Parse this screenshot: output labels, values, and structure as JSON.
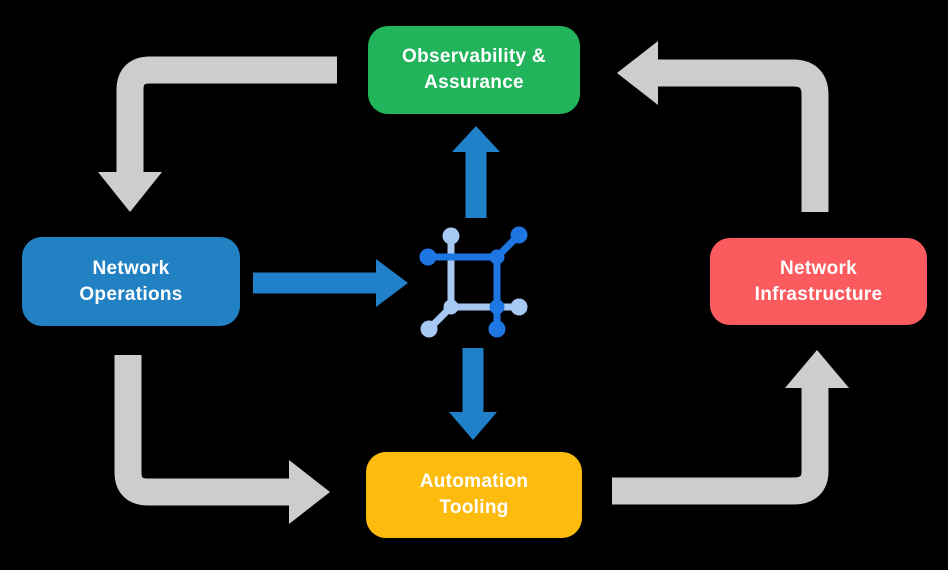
{
  "diagram": {
    "title": "network automation lifecycle diagram",
    "colors": {
      "background": "#000000",
      "cycle_arrow": "#cdcdcd",
      "flow_arrow": "#2080c8",
      "icon_primary": "#1d76e2",
      "icon_secondary": "#a6c8f2",
      "text": "#ffffff"
    },
    "nodes": [
      {
        "id": "observability",
        "lines": [
          "Observability &",
          "Assurance"
        ],
        "color": "#22b45b"
      },
      {
        "id": "operations",
        "lines": [
          "Network",
          "Operations"
        ],
        "color": "#2181c3"
      },
      {
        "id": "infrastructure",
        "lines": [
          "Network",
          "Infrastructure"
        ],
        "color": "#fb5a5f"
      },
      {
        "id": "automation",
        "lines": [
          "Automation",
          "Tooling"
        ],
        "color": "#fdbb0e"
      }
    ],
    "center_icon": "network-core-icon",
    "connections": [
      {
        "from": "Observability & Assurance",
        "to": "Network Operations",
        "style": "gray-cycle"
      },
      {
        "from": "Network Operations",
        "to": "Automation Tooling",
        "style": "gray-cycle"
      },
      {
        "from": "Automation Tooling",
        "to": "Network Infrastructure",
        "style": "gray-cycle"
      },
      {
        "from": "Network Infrastructure",
        "to": "Observability & Assurance",
        "style": "gray-cycle"
      },
      {
        "from": "Network Operations",
        "to": "network-core-icon",
        "style": "blue-flow"
      },
      {
        "from": "network-core-icon",
        "to": "Observability & Assurance",
        "style": "blue-flow"
      },
      {
        "from": "network-core-icon",
        "to": "Automation Tooling",
        "style": "blue-flow"
      }
    ]
  }
}
